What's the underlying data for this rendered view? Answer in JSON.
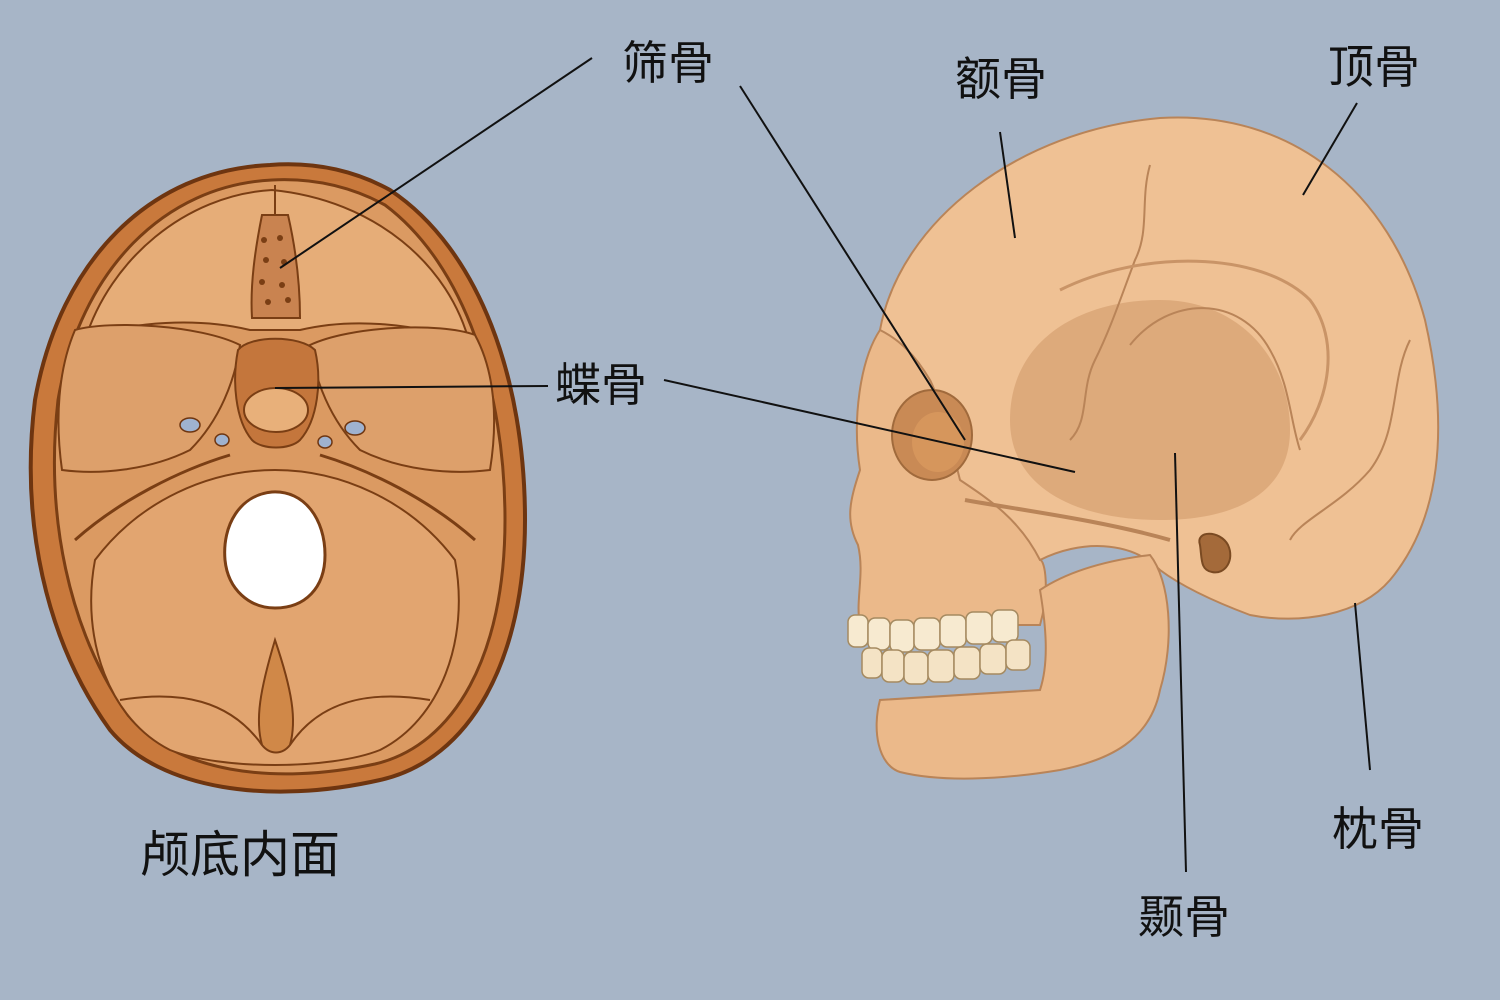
{
  "labels": {
    "ethmoid": "筛骨",
    "frontal": "额骨",
    "parietal": "顶骨",
    "sphenoid": "蝶骨",
    "temporal": "颞骨",
    "occipital": "枕骨"
  },
  "caption": "颅底内面",
  "colors": {
    "background": "#a7b5c7",
    "cranial_base_bone": "#d9955c",
    "cranial_base_outline": "#7a3e14",
    "skull_bone": "#efc194",
    "skull_shadow": "#d69f70",
    "foramen_blue": "#9fb2cf",
    "leader_line": "#111111"
  }
}
